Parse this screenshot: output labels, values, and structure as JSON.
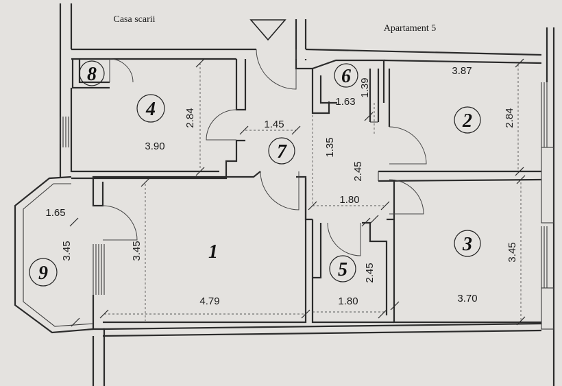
{
  "labels": {
    "stair": "Casa scarii",
    "apartment": "Apartament 5"
  },
  "rooms": [
    {
      "number": "1",
      "width": "4.79",
      "height": "3.45"
    },
    {
      "number": "2",
      "width": "3.87",
      "height": "2.84"
    },
    {
      "number": "3",
      "width": "3.70",
      "height": "3.45"
    },
    {
      "number": "4",
      "width": "3.90",
      "height": "2.84"
    },
    {
      "number": "5",
      "width": "1.80",
      "height": "2.45"
    },
    {
      "number": "6",
      "width": "1.63",
      "height": "1.39"
    },
    {
      "number": "7",
      "width": "1.45",
      "height": "1.35"
    },
    {
      "number": "8"
    },
    {
      "number": "9",
      "width": "1.65",
      "height": "3.45"
    }
  ],
  "hall_dimensions": {
    "length": "2.45",
    "width": "1.80"
  }
}
